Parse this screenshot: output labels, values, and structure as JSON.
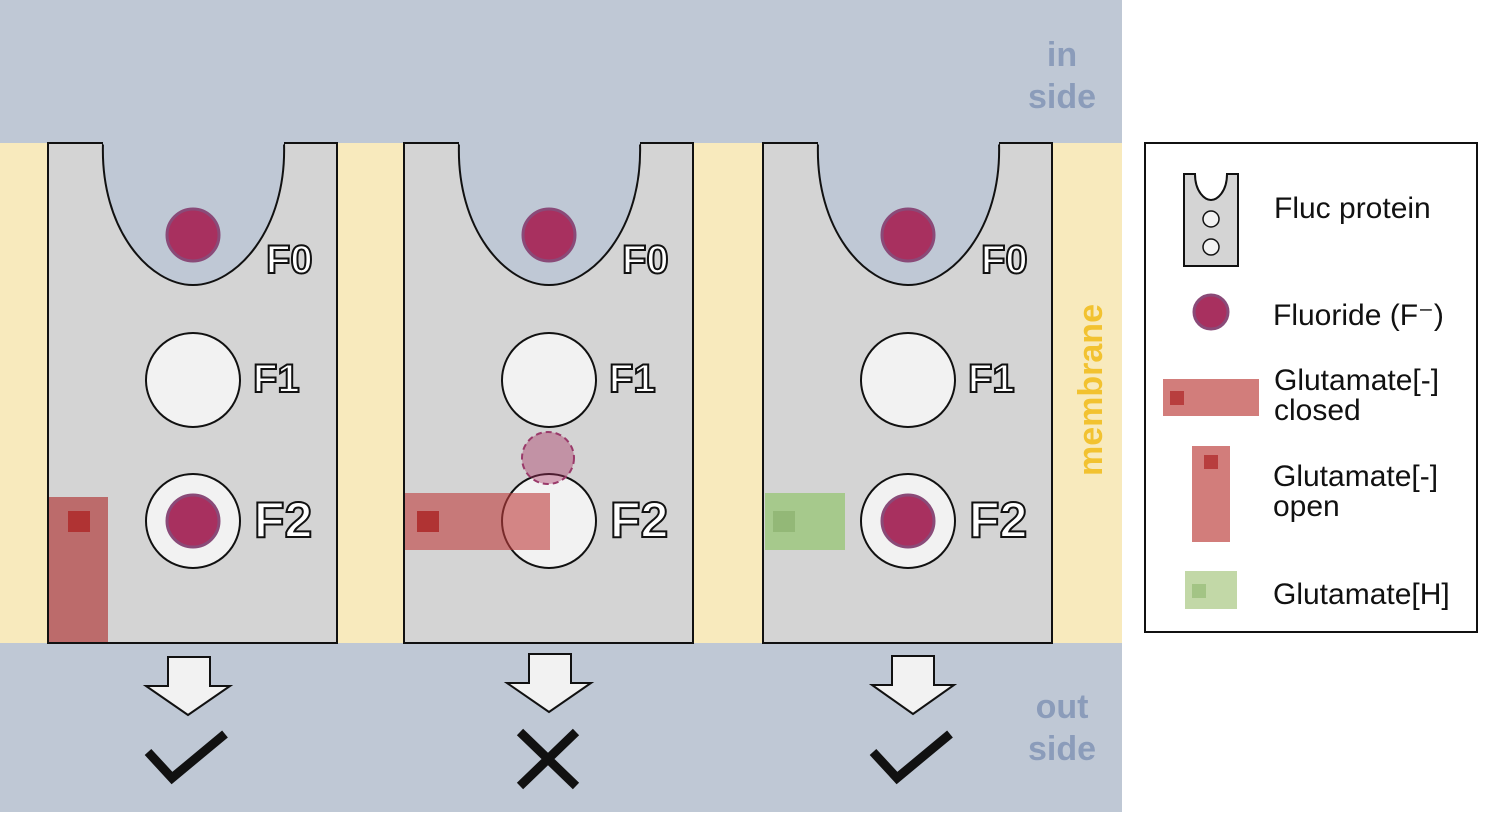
{
  "labels": {
    "in_side": [
      "in",
      "side"
    ],
    "out_side": [
      "out",
      "side"
    ],
    "membrane": "membrane"
  },
  "panels": [
    {
      "sites": [
        "F0",
        "F1",
        "F2"
      ],
      "glutamate_state": "open",
      "outcome": "check"
    },
    {
      "sites": [
        "F0",
        "F1",
        "F2"
      ],
      "glutamate_state": "closed",
      "outcome": "cross"
    },
    {
      "sites": [
        "F0",
        "F1",
        "F2"
      ],
      "glutamate_state": "protonated",
      "outcome": "check"
    }
  ],
  "legend": {
    "fluc": "Fluc protein",
    "fluoride": "Fluoride (F⁻)",
    "glu_closed": [
      "Glutamate[-]",
      "closed"
    ],
    "glu_open": [
      "Glutamate[-]",
      "open"
    ],
    "glu_h": "Glutamate[H]"
  },
  "colors": {
    "solvent": "#bfc8d5",
    "membrane": "#f8eabd",
    "protein": "#d4d4d4",
    "fluoride": "#a8305f",
    "glu_neg": "#c04a4a",
    "glu_h": "#a6c98c",
    "side_text": "#8b9cba",
    "membrane_text": "#f2c230"
  }
}
